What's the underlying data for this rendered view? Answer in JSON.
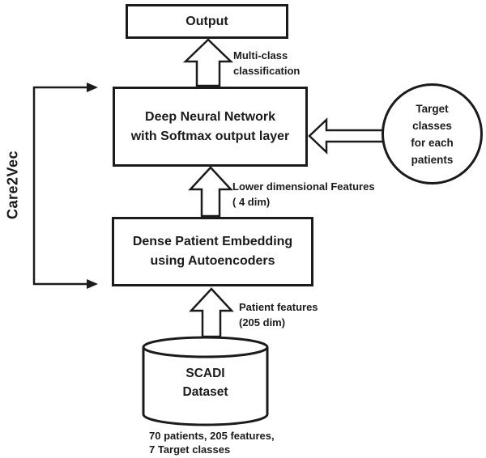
{
  "colors": {
    "ink": "#1b1b1b",
    "background": "#ffffff"
  },
  "side_label": "Care2Vec",
  "output_box": {
    "label": "Output"
  },
  "dnn_box": {
    "line1": "Deep Neural Network",
    "line2": "with Softmax output layer"
  },
  "dense_box": {
    "line1": "Dense Patient Embedding",
    "line2": "using Autoencoders"
  },
  "dataset_cylinder": {
    "line1": "SCADI",
    "line2": "Dataset"
  },
  "target_circle": {
    "line1": "Target",
    "line2": "classes",
    "line3": "for each",
    "line4": "patients"
  },
  "arrow_labels": {
    "multiclass": {
      "line1": "Multi-class",
      "line2": "classification"
    },
    "lower_dim": {
      "line1": "Lower dimensional Features",
      "line2": "( 4 dim)"
    },
    "patient_features": {
      "line1": "Patient features",
      "line2": "(205 dim)"
    }
  },
  "caption": {
    "line1": "70 patients, 205 features,",
    "line2": "7 Target classes"
  }
}
